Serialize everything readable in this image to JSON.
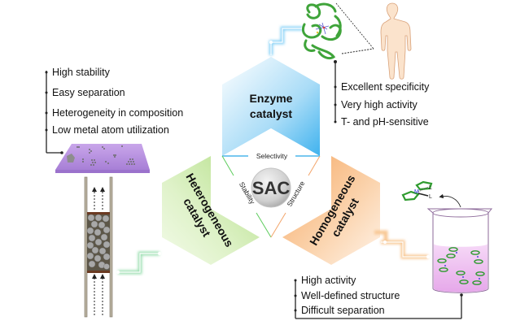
{
  "diagram": {
    "center": {
      "label": "SAC",
      "properties": {
        "top": "Selectivity",
        "left": "Stability",
        "right": "Structure"
      }
    },
    "catalysts": {
      "enzyme": {
        "title_line1": "Enzyme",
        "title_line2": "catalyst",
        "color": "#5bc0f0",
        "features": [
          "Excellent specificity",
          "Very high activity",
          "T- and pH-sensitive"
        ]
      },
      "heterogeneous": {
        "title_line1": "Heterogeneous",
        "title_line2": "catalyst",
        "color": "#b9e28c",
        "features": [
          "High stability",
          "Easy separation",
          "Heterogeneity in composition",
          "Low metal atom utilization"
        ]
      },
      "homogeneous": {
        "title_line1": "Homogeneous",
        "title_line2": "catalyst",
        "color": "#f8b87a",
        "features": [
          "High activity",
          "Well-defined structure",
          "Difficult separation"
        ]
      }
    },
    "complex_labels": {
      "metal": "M",
      "ligand1": "L",
      "ligand2": "L"
    }
  }
}
